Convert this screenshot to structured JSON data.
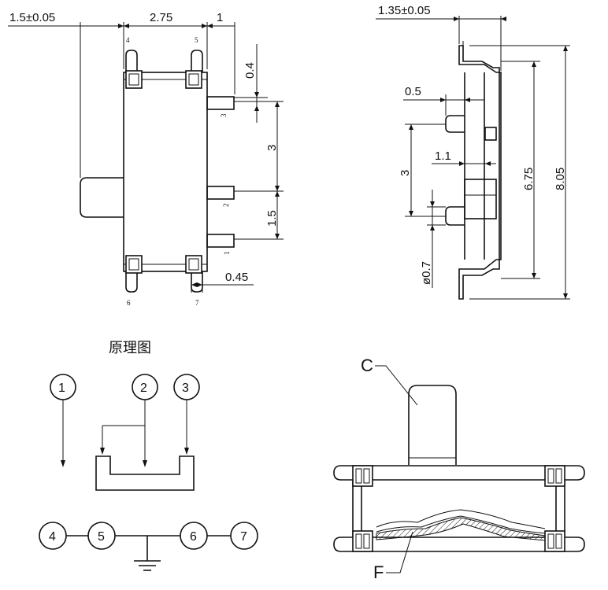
{
  "dimensions": {
    "top_view": {
      "left_offset": "1.5±0.05",
      "pin_spacing_top": "2.75",
      "right_width": "1",
      "pin_length": "0.4",
      "pitch_3": "3",
      "pitch_1_5": "1.5",
      "pin_width": "0.45"
    },
    "side_view": {
      "thickness": "1.35±0.05",
      "boss_length": "0.5",
      "boss_pitch": "3",
      "gap": "1.1",
      "inner_height": "6.75",
      "overall_height": "8.05",
      "boss_diameter": "ø0.7"
    }
  },
  "pin_labels": {
    "p1": "1",
    "p2": "2",
    "p3": "3",
    "p4": "4",
    "p5": "5",
    "p6": "6",
    "p7": "7"
  },
  "schematic": {
    "title": "原理图",
    "top_terminals": [
      "1",
      "2",
      "3"
    ],
    "bottom_terminals": [
      "4",
      "5",
      "6",
      "7"
    ]
  },
  "section_view": {
    "label_c": "C",
    "label_f": "F"
  }
}
